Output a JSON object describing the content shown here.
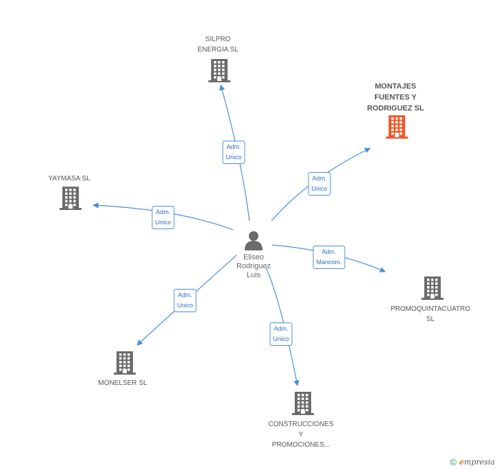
{
  "center": {
    "name": "Eliseo\nRodriguez\nLuis",
    "icon": "person-icon"
  },
  "companies": [
    {
      "id": "silpro",
      "name": "SILPRO\nENERGIA SL",
      "icon": "building-icon",
      "color": "#6b6b6b",
      "highlight": false
    },
    {
      "id": "montajes",
      "name": "MONTAJES\nFUENTES Y\nRODRIGUEZ SL",
      "icon": "building-icon",
      "color": "#f05a28",
      "highlight": true
    },
    {
      "id": "yaymasa",
      "name": "YAYMASA SL",
      "icon": "building-icon",
      "color": "#6b6b6b",
      "highlight": false
    },
    {
      "id": "promoquinta",
      "name": "PROMOQUINTACUATRO SL",
      "icon": "building-icon",
      "color": "#6b6b6b",
      "highlight": false
    },
    {
      "id": "monelser",
      "name": "MONELSER SL",
      "icon": "building-icon",
      "color": "#6b6b6b",
      "highlight": false
    },
    {
      "id": "construcciones",
      "name": "CONSTRUCCIONES\nY\nPROMOCIONES...",
      "icon": "building-icon",
      "color": "#6b6b6b",
      "highlight": false
    }
  ],
  "edges": [
    {
      "to": "silpro",
      "label": "Adm.\nUnico"
    },
    {
      "to": "montajes",
      "label": "Adm.\nUnico"
    },
    {
      "to": "yaymasa",
      "label": "Adm.\nUnico"
    },
    {
      "to": "promoquinta",
      "label": "Adm.\nMancom."
    },
    {
      "to": "monelser",
      "label": "Adm.\nUnico"
    },
    {
      "to": "construcciones",
      "label": "Adm.\nUnico"
    }
  ],
  "colors": {
    "edge": "#4a8fd8",
    "building": "#6b6b6b",
    "highlight": "#f05a28",
    "person": "#6b6b6b"
  },
  "footer": {
    "copyright_symbol": "©",
    "brand_initial": "e",
    "brand_rest": "mpresia"
  }
}
